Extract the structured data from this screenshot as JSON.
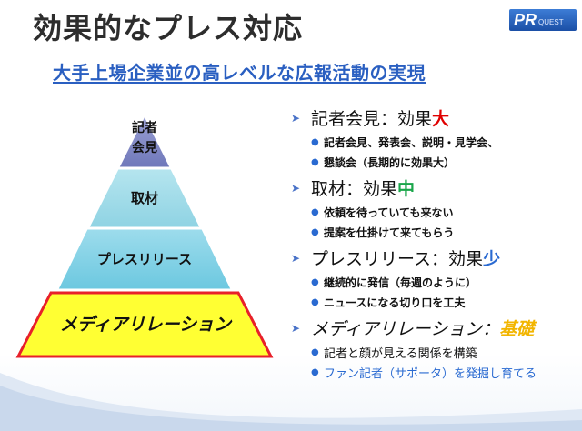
{
  "slide": {
    "title": "効果的なプレス対応",
    "subtitle": "大手上場企業並の高レベルな広報活動の実現",
    "logo": {
      "pr": "PR",
      "quest": "QUEST"
    }
  },
  "pyramid": {
    "levels": [
      {
        "line1": "記者",
        "line2": "会見"
      },
      {
        "label": "取材"
      },
      {
        "label": "プレスリリース"
      },
      {
        "label": "メディアリレーション"
      }
    ]
  },
  "sections": [
    {
      "title": "記者会見：効果",
      "highlight": "大",
      "highlight_color": "#e00000",
      "items": [
        "記者会見、発表会、説明・見学会、",
        "懇談会（長期的に効果大）"
      ]
    },
    {
      "title": "取材：効果",
      "highlight": "中",
      "highlight_color": "#1aa64a",
      "items": [
        "依頼を待っていても来ない",
        "提案を仕掛けて来てもらう"
      ]
    },
    {
      "title": "プレスリリース：効果",
      "highlight": "少",
      "highlight_color": "#2a6ad1",
      "items": [
        "継続的に発信（毎週のように）",
        "ニュースになる切り口を工夫"
      ]
    },
    {
      "title": "メディアリレーション：",
      "highlight": "基礎",
      "highlight_color": "#f2b500",
      "items": [
        "記者と顔が見える関係を構築",
        "ファン記者（サポータ）を発掘し育てる"
      ]
    }
  ],
  "colors": {
    "pyr_top": "#7d85c4",
    "pyr_mid": "#8fd3e3",
    "pyr_low": "#78cde3",
    "pyr_base": "#ffff33",
    "pyr_base_border": "#e8202a"
  }
}
